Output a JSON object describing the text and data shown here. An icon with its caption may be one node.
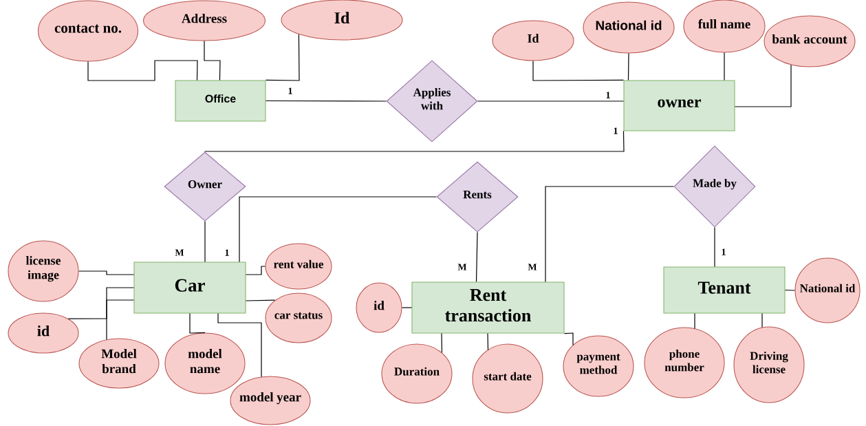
{
  "diagram": {
    "nodes": [
      {
        "text": [
          "contact no."
        ]
      },
      {
        "text": [
          "Address"
        ]
      },
      {
        "text": [
          "Id"
        ]
      },
      {
        "text": [
          "Id"
        ]
      },
      {
        "text": [
          "National id"
        ]
      },
      {
        "text": [
          "full name"
        ]
      },
      {
        "text": [
          "bank account"
        ]
      },
      {
        "text": [
          "Office"
        ]
      },
      {
        "text": [
          "Applies with"
        ]
      },
      {
        "text": [
          "owner"
        ]
      },
      {
        "text": [
          "Owner"
        ]
      },
      {
        "text": [
          "Rents"
        ]
      },
      {
        "text": [
          "Made by"
        ]
      },
      {
        "text": [
          "license image"
        ]
      },
      {
        "text": [
          "rent value"
        ]
      },
      {
        "text": [
          "Car"
        ]
      },
      {
        "text": [
          "id"
        ]
      },
      {
        "text": [
          "car status"
        ]
      },
      {
        "text": [
          "Model brand"
        ]
      },
      {
        "text": [
          "model name"
        ]
      },
      {
        "text": [
          "model year"
        ]
      },
      {
        "text": [
          "id"
        ]
      },
      {
        "text": [
          "Rent transaction"
        ]
      },
      {
        "text": [
          "Tenant"
        ]
      },
      {
        "text": [
          "National id"
        ]
      },
      {
        "text": [
          "Duration"
        ]
      },
      {
        "text": [
          "start date"
        ]
      },
      {
        "text": [
          "payment method"
        ]
      },
      {
        "text": [
          "phone number"
        ]
      },
      {
        "text": [
          "Driving license"
        ]
      }
    ],
    "edges": [
      {
        "from": 0,
        "to": 7,
        "arrow": "none"
      },
      {
        "from": 1,
        "to": 7,
        "arrow": "none"
      },
      {
        "from": 2,
        "to": 7,
        "arrow": "none"
      },
      {
        "from": 7,
        "to": 8,
        "arrow": "none",
        "label": "1"
      },
      {
        "from": 8,
        "to": 9,
        "arrow": "none",
        "label": "1"
      },
      {
        "from": 9,
        "to": 10,
        "arrow": "none",
        "label": "1"
      },
      {
        "from": 10,
        "to": 15,
        "arrow": "none",
        "label": "M"
      },
      {
        "from": 11,
        "to": 15,
        "arrow": "none",
        "label": "1"
      },
      {
        "from": 11,
        "to": 22,
        "arrow": "none",
        "label": "M"
      },
      {
        "from": 12,
        "to": 22,
        "arrow": "none",
        "label": "M"
      },
      {
        "from": 12,
        "to": 23,
        "arrow": "none",
        "label": "1"
      },
      {
        "from": 3,
        "to": 9,
        "arrow": "none"
      },
      {
        "from": 4,
        "to": 9,
        "arrow": "none"
      },
      {
        "from": 5,
        "to": 9,
        "arrow": "none"
      },
      {
        "from": 6,
        "to": 9,
        "arrow": "none"
      },
      {
        "from": 13,
        "to": 15,
        "arrow": "none"
      },
      {
        "from": 16,
        "to": 15,
        "arrow": "none"
      },
      {
        "from": 18,
        "to": 15,
        "arrow": "none"
      },
      {
        "from": 19,
        "to": 15,
        "arrow": "none"
      },
      {
        "from": 20,
        "to": 15,
        "arrow": "none"
      },
      {
        "from": 14,
        "to": 15,
        "arrow": "none"
      },
      {
        "from": 17,
        "to": 15,
        "arrow": "none"
      },
      {
        "from": 21,
        "to": 22,
        "arrow": "none"
      },
      {
        "from": 25,
        "to": 22,
        "arrow": "none"
      },
      {
        "from": 26,
        "to": 22,
        "arrow": "none"
      },
      {
        "from": 27,
        "to": 22,
        "arrow": "none"
      },
      {
        "from": 28,
        "to": 23,
        "arrow": "none"
      },
      {
        "from": 29,
        "to": 23,
        "arrow": "none"
      },
      {
        "from": 24,
        "to": 23,
        "arrow": "none"
      }
    ]
  }
}
